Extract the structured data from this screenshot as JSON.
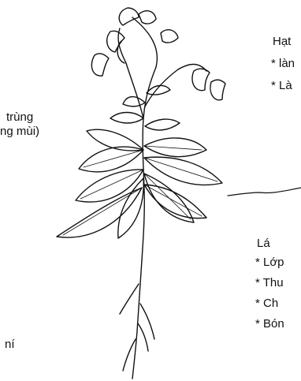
{
  "labels": {
    "left_top_line1": "trùng",
    "left_top_line2": "ng mùi)",
    "left_bottom": "ní",
    "right_top": {
      "title": "Hạt",
      "items": [
        "* làn",
        "* Là"
      ]
    },
    "right_bottom": {
      "title": "Lá",
      "items": [
        "* Lớp",
        "* Thu",
        "* Ch",
        "* Bón"
      ]
    }
  },
  "colors": {
    "ink": "#111111",
    "background": "#ffffff"
  }
}
